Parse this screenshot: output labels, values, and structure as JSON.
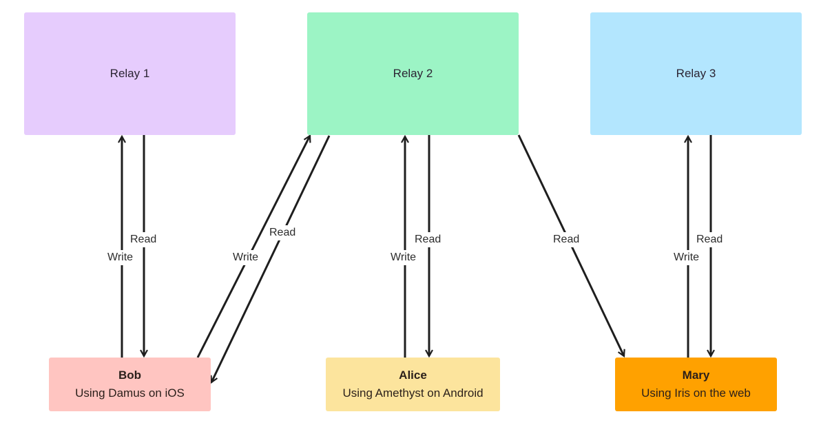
{
  "relays": [
    {
      "label": "Relay 1",
      "color": "#e6ccfd"
    },
    {
      "label": "Relay 2",
      "color": "#9cf4c5"
    },
    {
      "label": "Relay 3",
      "color": "#b3e6fe"
    }
  ],
  "clients": [
    {
      "name": "Bob",
      "subtitle": "Using Damus on iOS",
      "color": "#ffc5c1"
    },
    {
      "name": "Alice",
      "subtitle": "Using Amethyst on Android",
      "color": "#fce49d"
    },
    {
      "name": "Mary",
      "subtitle": "Using Iris on the web",
      "color": "#ffa100"
    }
  ],
  "connections": [
    {
      "from": "Bob",
      "to": "Relay 1",
      "label": "Write"
    },
    {
      "from": "Relay 1",
      "to": "Bob",
      "label": "Read"
    },
    {
      "from": "Bob",
      "to": "Relay 2",
      "label": "Write"
    },
    {
      "from": "Relay 2",
      "to": "Bob",
      "label": "Read"
    },
    {
      "from": "Alice",
      "to": "Relay 2",
      "label": "Write"
    },
    {
      "from": "Relay 2",
      "to": "Alice",
      "label": "Read"
    },
    {
      "from": "Relay 2",
      "to": "Mary",
      "label": "Read"
    },
    {
      "from": "Mary",
      "to": "Relay 3",
      "label": "Write"
    },
    {
      "from": "Relay 3",
      "to": "Mary",
      "label": "Read"
    }
  ]
}
